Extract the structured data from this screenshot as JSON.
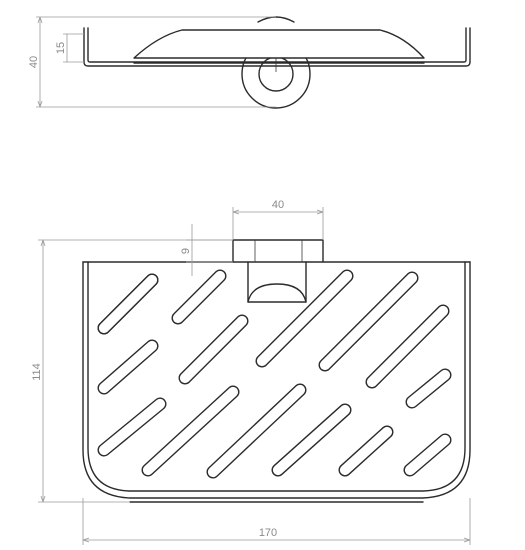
{
  "dimensions": {
    "side_height": "40",
    "side_lip": "15",
    "mount_width": "40",
    "mount_depth": "9",
    "front_height": "114",
    "front_width": "170"
  },
  "colors": {
    "line": "#2b2b2b",
    "dimension_line": "#9a9a9a",
    "dimension_text": "#8a8a8a",
    "background": "#ffffff"
  }
}
